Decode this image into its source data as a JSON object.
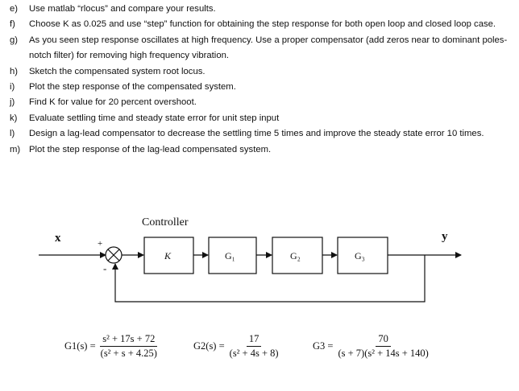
{
  "items": [
    {
      "label": "e)",
      "text": "Use matlab “rlocus” and compare your results."
    },
    {
      "label": "f)",
      "text": "Choose K as 0.025 and use “step” function for obtaining the step response for both open loop and closed loop case."
    },
    {
      "label": "g)",
      "text": "As you seen step response oscillates at high frequency.  Use a proper compensator (add zeros near to dominant poles-notch filter) for removing high frequency vibration."
    },
    {
      "label": "h)",
      "text": "Sketch the compensated system root locus."
    },
    {
      "label": "i)",
      "text": "Plot the step response of the compensated system."
    },
    {
      "label": "j)",
      "text": "Find K for value for 20 percent overshoot."
    },
    {
      "label": "k)",
      "text": "Evaluate settling time and steady state error for unit step input"
    },
    {
      "label": "l)",
      "text": "Design a lag-lead compensator to decrease the settling time 5 times and improve the steady state error 10 times."
    },
    {
      "label": "m)",
      "text": "Plot the step response of the lag-lead compensated system."
    }
  ],
  "diagram": {
    "controller_label": "Controller",
    "input_label": "x",
    "output_label": "y",
    "plus_sign": "+",
    "minus_sign": "-",
    "k_label": "K",
    "g1_label": "G₁",
    "g2_label": "G₂",
    "g3_label": "G₃"
  },
  "transfer_functions": {
    "g1": {
      "lhs": "G1(s) =",
      "num": "s² + 17s + 72",
      "den": "(s² + s + 4.25)"
    },
    "g2": {
      "lhs": "G2(s) =",
      "num": "17",
      "den": "(s² + 4s + 8)"
    },
    "g3": {
      "lhs": "G3 =",
      "num": "70",
      "den": "(s + 7)(s² + 14s + 140)"
    }
  }
}
